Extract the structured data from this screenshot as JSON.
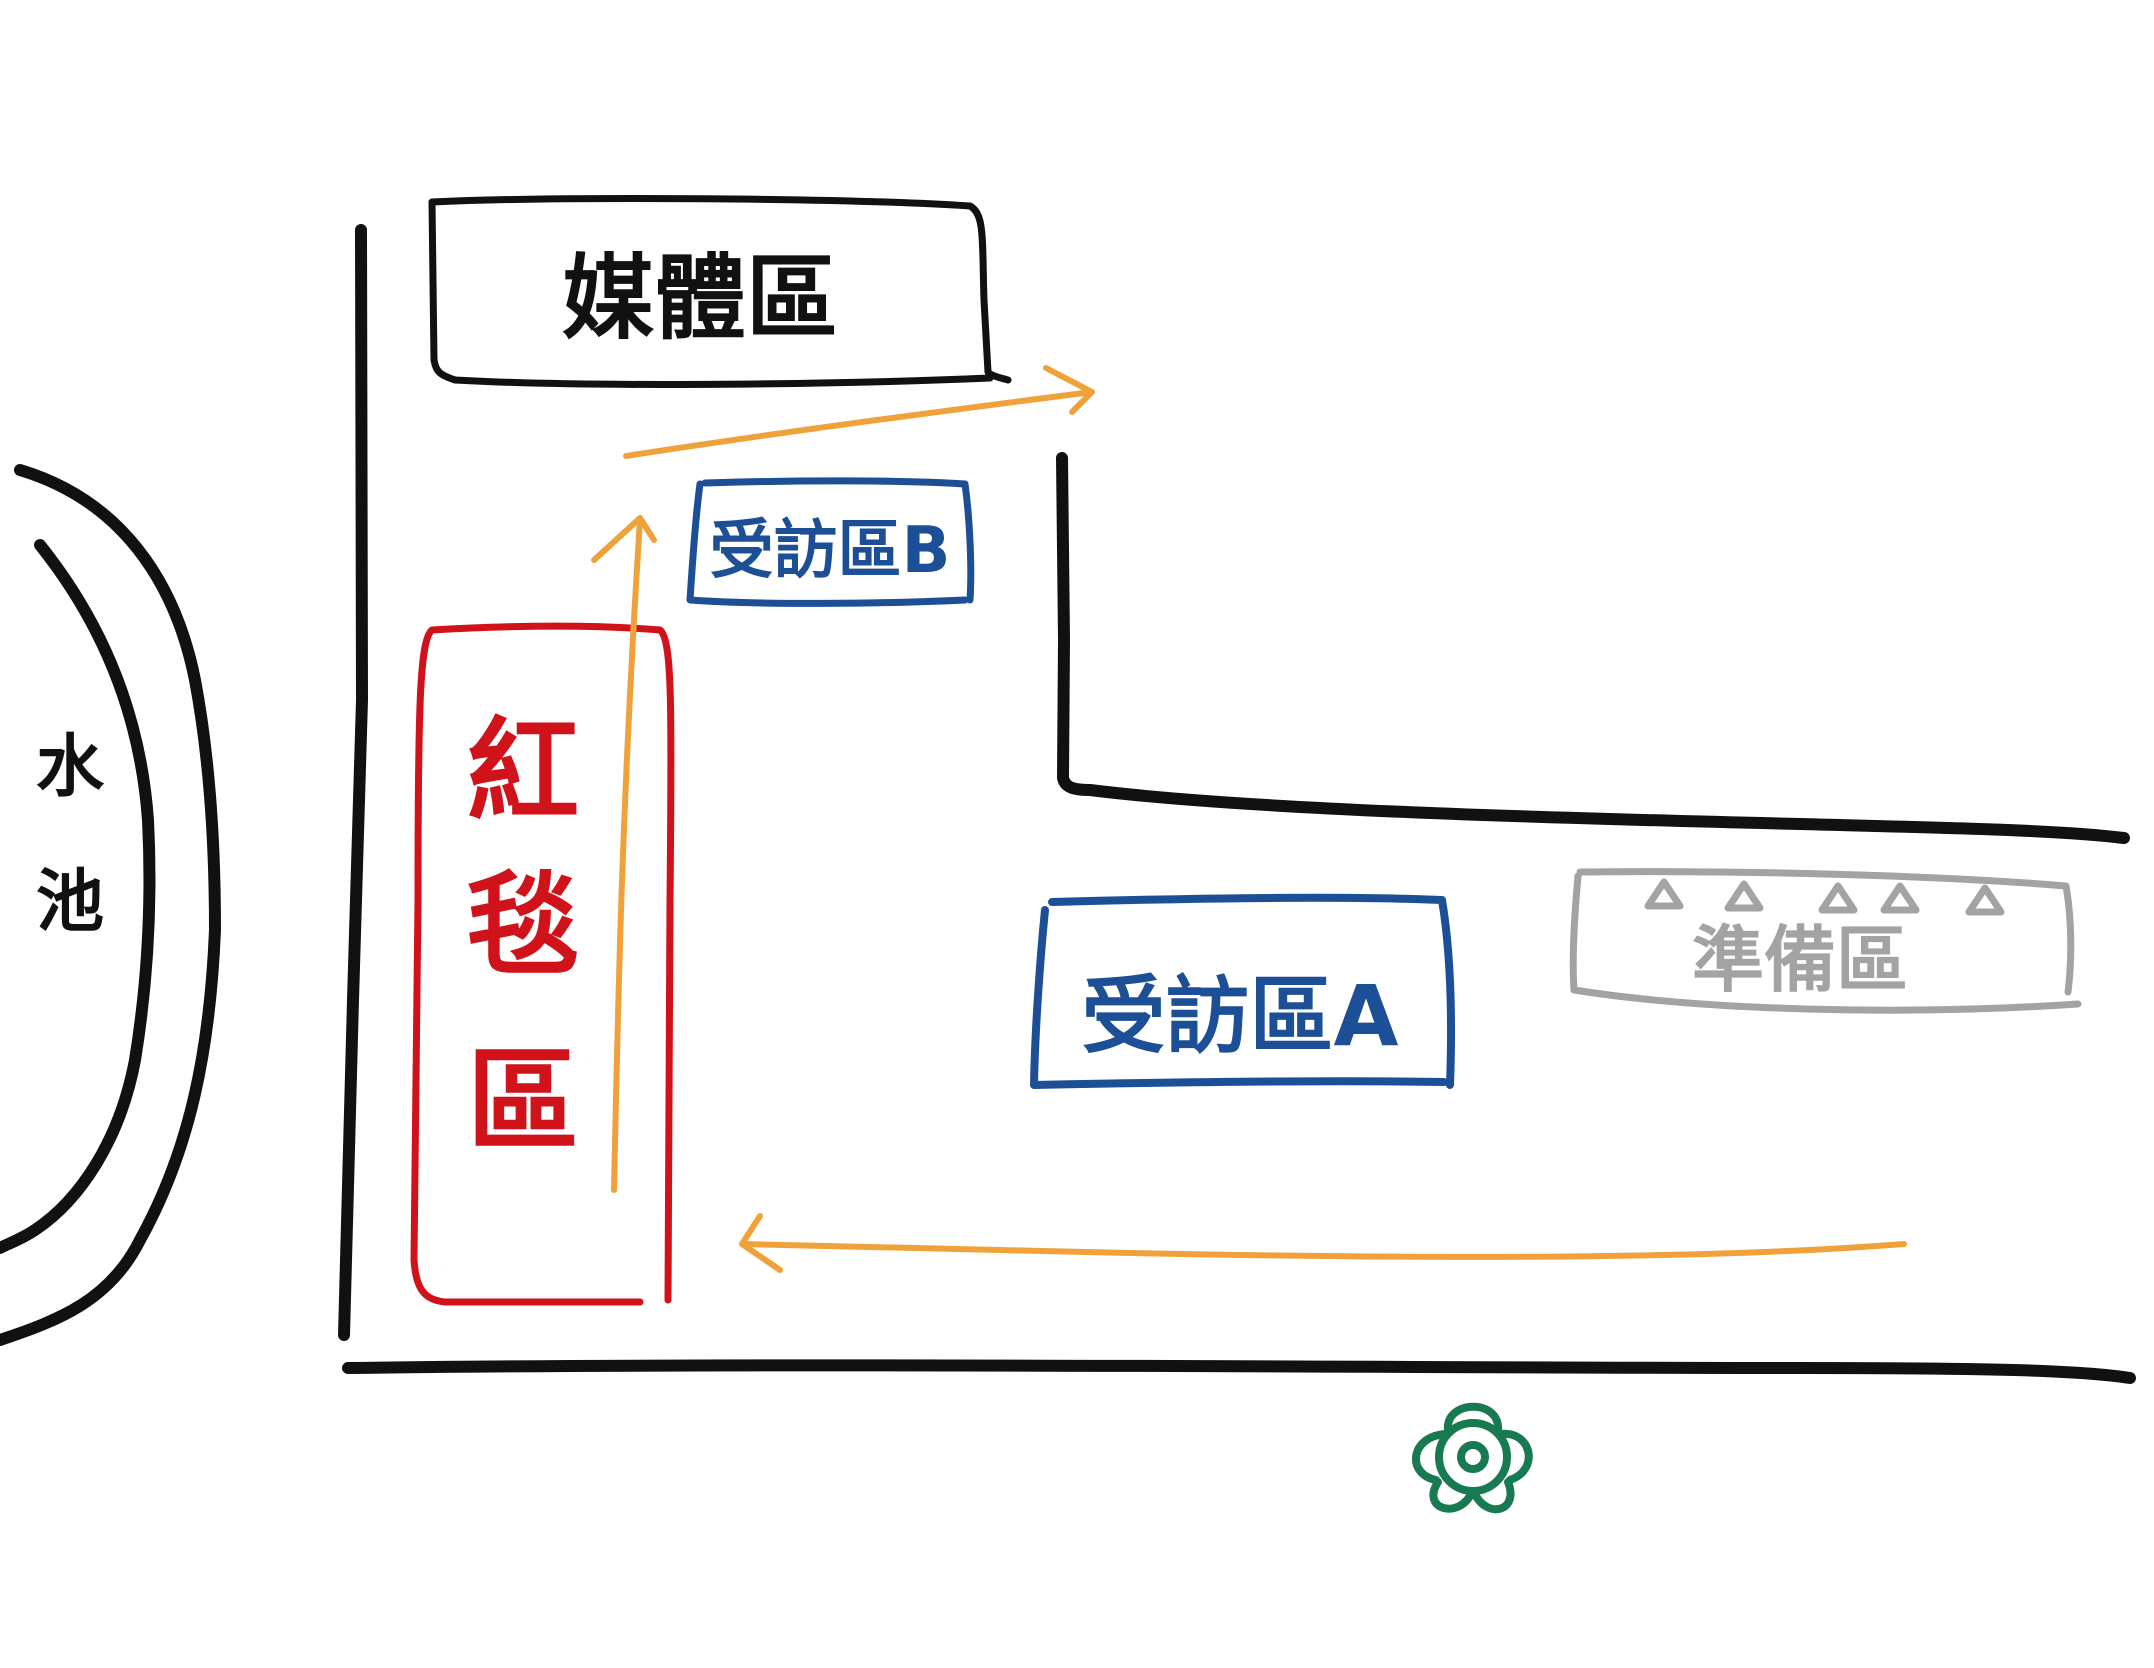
{
  "colors": {
    "ink": "#111111",
    "red": "#d0121b",
    "blue": "#1d4f96",
    "orange": "#f0a23a",
    "gray": "#a3a3a3",
    "green": "#177a50"
  },
  "labels": {
    "media_zone": "媒體區",
    "red_carpet_zone": "紅毯區",
    "red_carpet_chars": [
      "紅",
      "毯",
      "區"
    ],
    "interview_zone_b": "受訪區B",
    "interview_zone_a": "受訪區A",
    "prep_zone": "準備區",
    "pond_chars": [
      "水",
      "池"
    ]
  },
  "icons": {
    "flower": "flower-icon",
    "spotlight": "spotlight-icon"
  }
}
